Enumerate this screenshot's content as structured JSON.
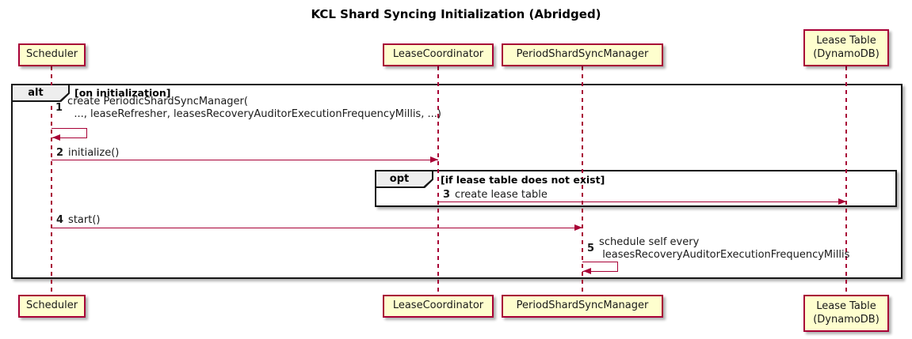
{
  "title": "KCL Shard Syncing Initialization (Abridged)",
  "participants": [
    {
      "name": "Scheduler"
    },
    {
      "name": "LeaseCoordinator"
    },
    {
      "name": "PeriodShardSyncManager"
    },
    {
      "name": "Lease Table\n(DynamoDB)"
    }
  ],
  "frames": {
    "alt": {
      "operator": "alt",
      "guard": "[on initialization]"
    },
    "opt": {
      "operator": "opt",
      "guard": "[if lease table does not exist]"
    }
  },
  "messages": {
    "m1": {
      "num": "1",
      "text": "create PeriodicShardSyncManager(\n  ..., leaseRefresher, leasesRecoveryAuditorExecutionFrequencyMillis, ...)"
    },
    "m2": {
      "num": "2",
      "text": "initialize()"
    },
    "m3": {
      "num": "3",
      "text": "create lease table"
    },
    "m4": {
      "num": "4",
      "text": "start()"
    },
    "m5": {
      "num": "5",
      "text": "schedule self every\n leasesRecoveryAuditorExecutionFrequencyMillis"
    }
  },
  "colors": {
    "participant_fill": "#FEFECE",
    "participant_border": "#A80036",
    "arrow": "#A80036",
    "frame_border": "#151515",
    "operator_fill": "#EEEEEE",
    "text": "#1a1a1a",
    "background": "#FFFFFF"
  }
}
